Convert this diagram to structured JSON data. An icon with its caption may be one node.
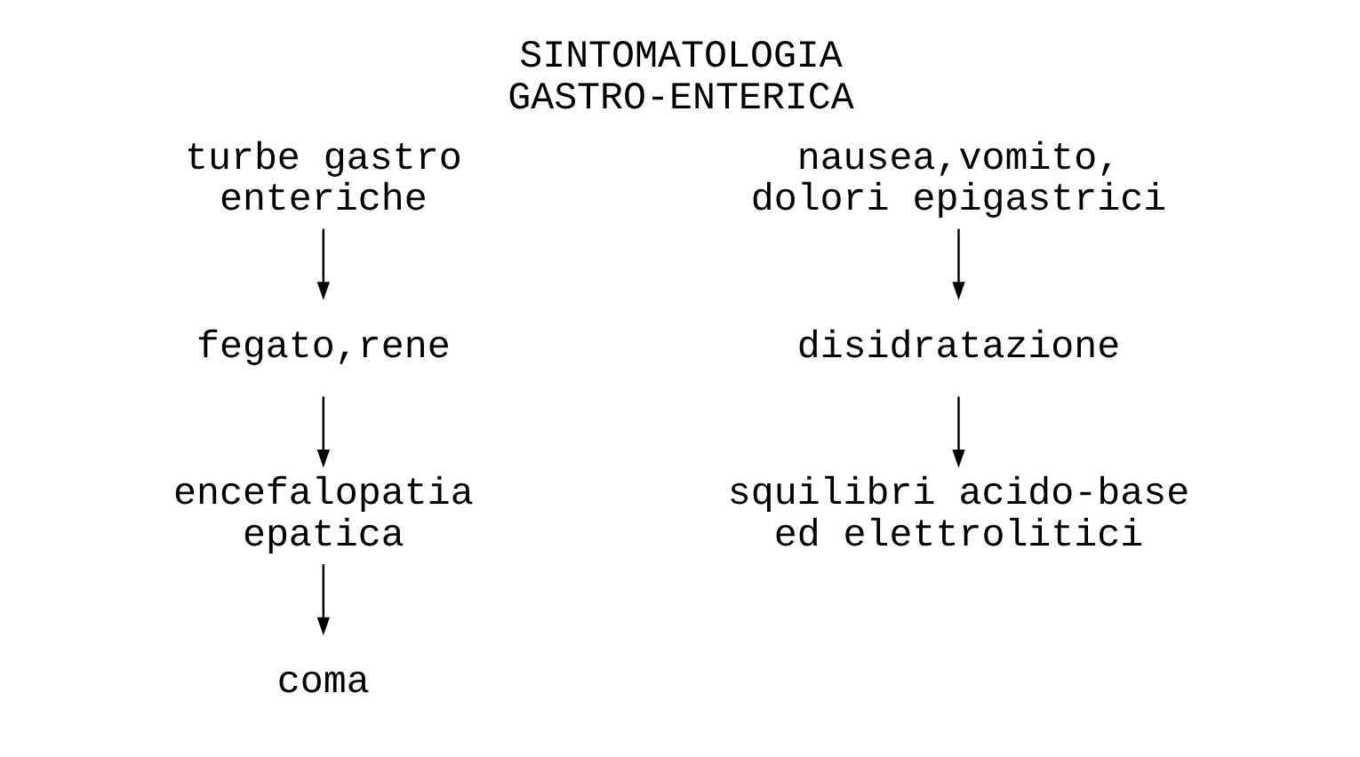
{
  "diagram": {
    "title": "SINTOMATOLOGIA GASTRO-ENTERICA",
    "nodes": [
      {
        "text": [
          "turbe gastro enteriche"
        ]
      },
      {
        "text": [
          "fegato,rene"
        ]
      },
      {
        "text": [
          "encefalopatia epatica"
        ]
      },
      {
        "text": [
          "coma"
        ]
      },
      {
        "text": [
          "nausea,vomito, dolori epigastrici"
        ]
      },
      {
        "text": [
          "disidratazione"
        ]
      },
      {
        "text": [
          "squilibri acido-base ed elettrolitici"
        ]
      }
    ],
    "edges": [
      {
        "from": 0,
        "to": 1,
        "arrow": "to"
      },
      {
        "from": 1,
        "to": 2,
        "arrow": "to"
      },
      {
        "from": 2,
        "to": 3,
        "arrow": "to"
      },
      {
        "from": 4,
        "to": 5,
        "arrow": "to"
      },
      {
        "from": 5,
        "to": 6,
        "arrow": "to"
      }
    ]
  }
}
